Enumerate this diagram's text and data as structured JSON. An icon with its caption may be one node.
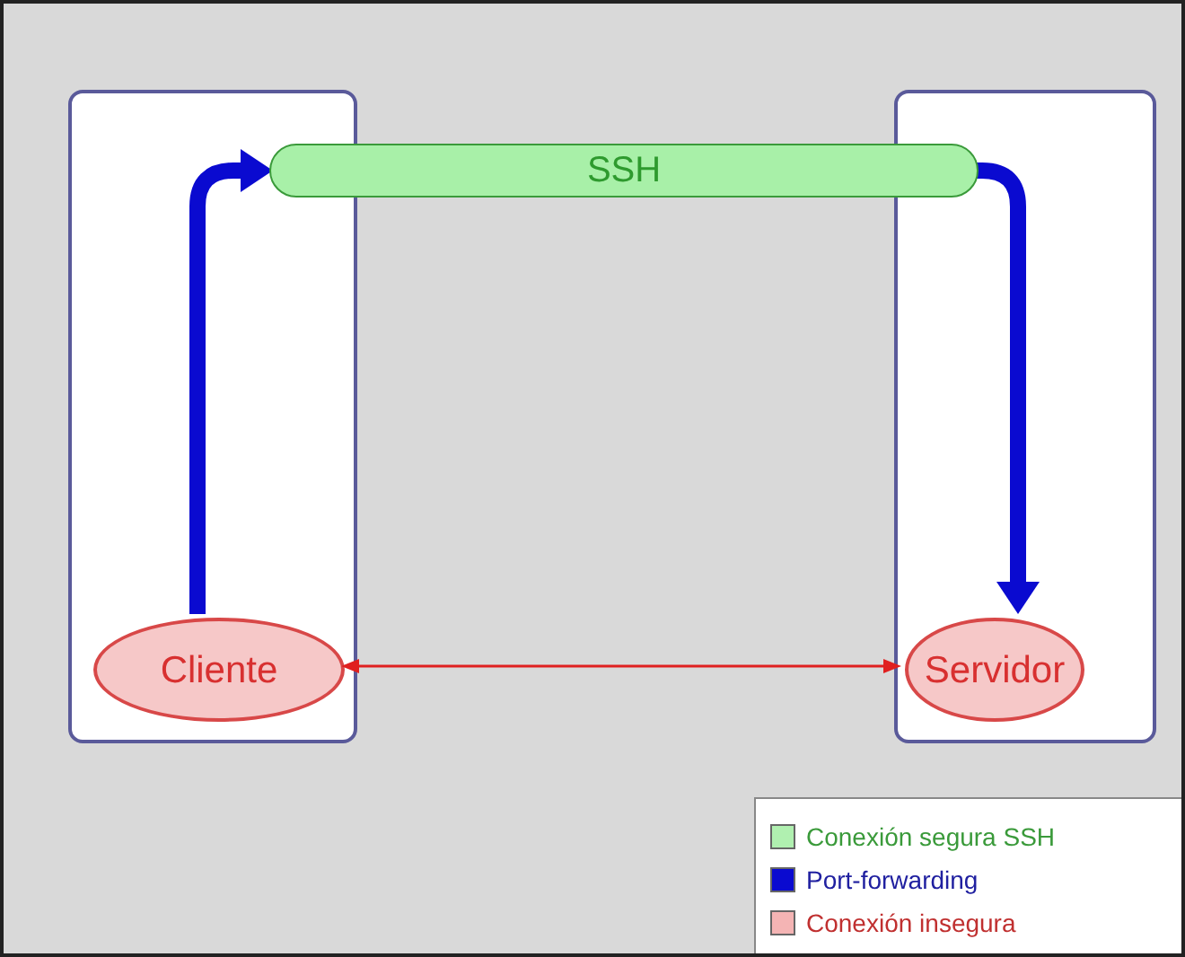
{
  "diagram": {
    "nodes": [
      {
        "text": [],
        "shape": "box"
      },
      {
        "text": [],
        "shape": "box"
      },
      {
        "text": [
          "Cliente"
        ],
        "in": 0
      },
      {
        "text": [
          "Servidor"
        ],
        "in": 1
      },
      {
        "text": [
          "SSH"
        ]
      }
    ],
    "edges": [
      {
        "from": 2,
        "to": 4,
        "arrow": "to"
      },
      {
        "from": 4,
        "to": 3,
        "arrow": "to"
      },
      {
        "from": 2,
        "to": 3,
        "arrow": "both",
        "color": "#e02020"
      }
    ],
    "legend": [
      {
        "text": "Conexión segura SSH",
        "color": "#b0f0b0"
      },
      {
        "text": "Port-forwarding",
        "color": "#0a0ad0"
      },
      {
        "text": "Conexión insegura",
        "color": "#f4b4b4"
      }
    ]
  }
}
